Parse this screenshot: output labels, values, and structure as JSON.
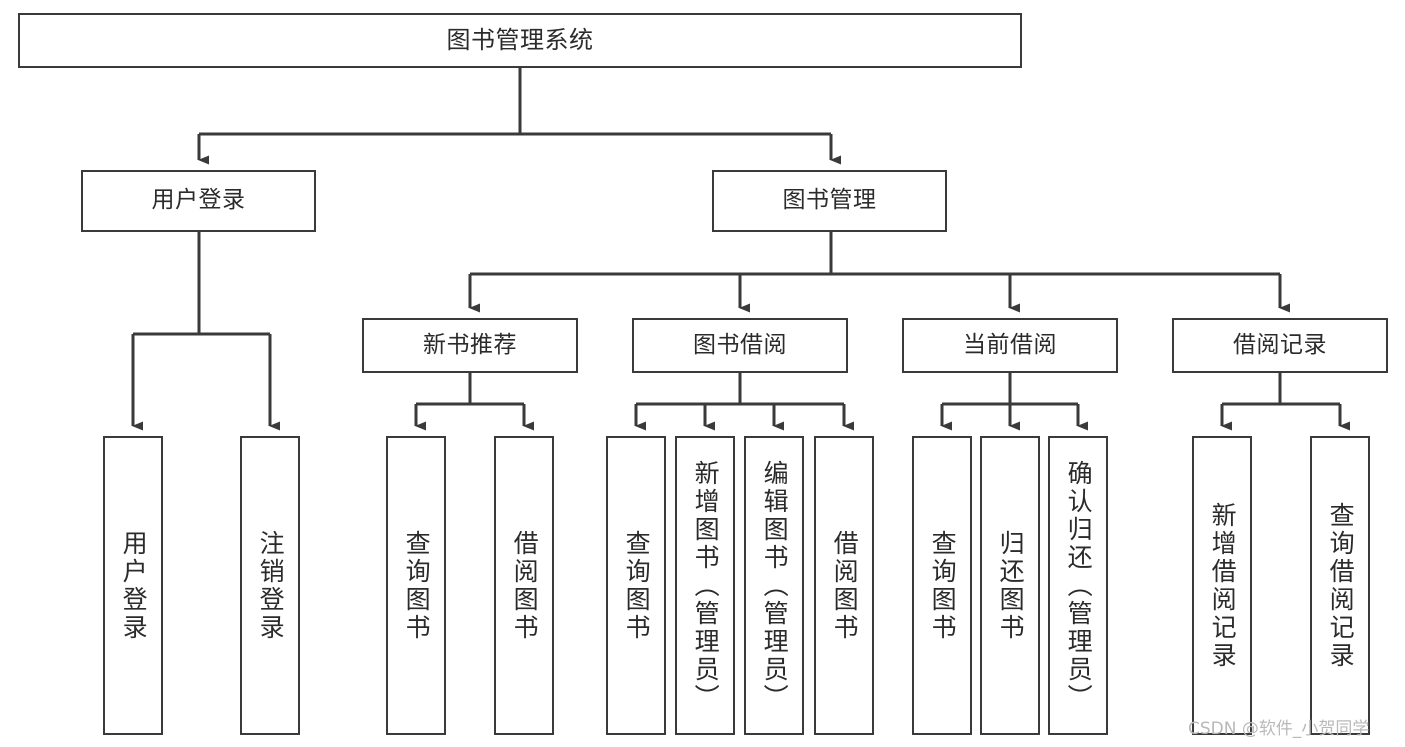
{
  "diagram": {
    "type": "hierarchy-tree",
    "title": "图书管理系统",
    "watermark": "CSDN @软件_小贺同学",
    "colors": {
      "background": "#ffffff",
      "border": "#3a3a3a",
      "text": "#2b2b2b",
      "connector": "#3a3a3a",
      "watermark": "#b9b9b9"
    },
    "root": {
      "id": "root",
      "label": "图书管理系统"
    },
    "level2": [
      {
        "id": "user-login",
        "label": "用户登录"
      },
      {
        "id": "book-management",
        "label": "图书管理"
      }
    ],
    "level3": [
      {
        "id": "new-book-recommend",
        "label": "新书推荐"
      },
      {
        "id": "book-borrow",
        "label": "图书借阅"
      },
      {
        "id": "current-borrow",
        "label": "当前借阅"
      },
      {
        "id": "borrow-record",
        "label": "借阅记录"
      }
    ],
    "leaves": {
      "user_login": [
        {
          "id": "leaf-user-login",
          "label": "用户登录"
        },
        {
          "id": "leaf-logout-login",
          "label": "注销登录"
        }
      ],
      "new_book_recommend": [
        {
          "id": "leaf-query-book-1",
          "label": "查询图书"
        },
        {
          "id": "leaf-borrow-book-1",
          "label": "借阅图书"
        }
      ],
      "book_borrow": [
        {
          "id": "leaf-query-book-2",
          "label": "查询图书"
        },
        {
          "id": "leaf-add-book",
          "label": "新增图书（管理员）"
        },
        {
          "id": "leaf-edit-book",
          "label": "编辑图书（管理员）"
        },
        {
          "id": "leaf-borrow-book-2",
          "label": "借阅图书"
        }
      ],
      "current_borrow": [
        {
          "id": "leaf-query-book-3",
          "label": "查询图书"
        },
        {
          "id": "leaf-return-book",
          "label": "归还图书"
        },
        {
          "id": "leaf-confirm-return",
          "label": "确认归还（管理员）"
        }
      ],
      "borrow_record": [
        {
          "id": "leaf-add-record",
          "label": "新增借阅记录"
        },
        {
          "id": "leaf-query-record",
          "label": "查询借阅记录"
        }
      ]
    }
  }
}
